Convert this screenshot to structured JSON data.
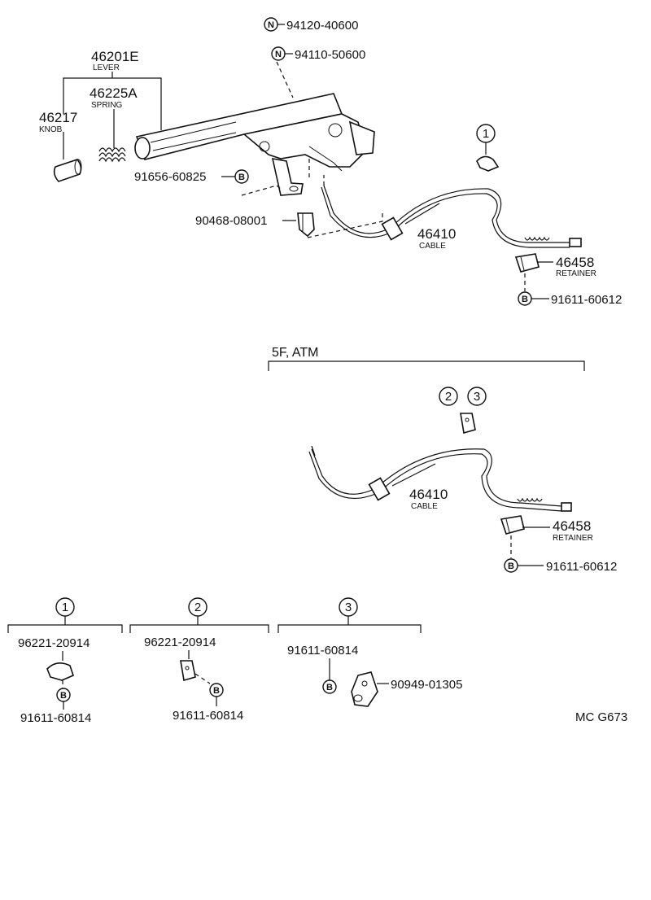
{
  "top": {
    "nut1": {
      "badge": "N",
      "part": "94120-40600"
    },
    "nut2": {
      "badge": "N",
      "part": "94110-50600"
    },
    "lever": {
      "part": "46201E",
      "name": "LEVER"
    },
    "spring": {
      "part": "46225A",
      "name": "SPRING"
    },
    "knob": {
      "part": "46217",
      "name": "KNOB"
    },
    "bolt1": {
      "part": "91656-60825",
      "badge": "B"
    },
    "clip": {
      "part": "90468-08001"
    },
    "ref1": "1",
    "cable": {
      "part": "46410",
      "name": "CABLE"
    },
    "retainer": {
      "part": "46458",
      "name": "RETAINER"
    },
    "bolt2": {
      "badge": "B",
      "part": "91611-60612"
    }
  },
  "variant": {
    "title": "5F, ATM",
    "ref2": "2",
    "ref3": "3",
    "cable": {
      "part": "46410",
      "name": "CABLE"
    },
    "retainer": {
      "part": "46458",
      "name": "RETAINER"
    },
    "bolt": {
      "badge": "B",
      "part": "91611-60612"
    }
  },
  "details": [
    {
      "ref": "1",
      "upper": "96221-20914",
      "badge": "B",
      "lower": "91611-60814"
    },
    {
      "ref": "2",
      "upper": "96221-20914",
      "badge": "B",
      "lower": "91611-60814"
    },
    {
      "ref": "3",
      "upper": "91611-60814",
      "badge": "B",
      "side": "90949-01305"
    }
  ],
  "code": "MC G673"
}
